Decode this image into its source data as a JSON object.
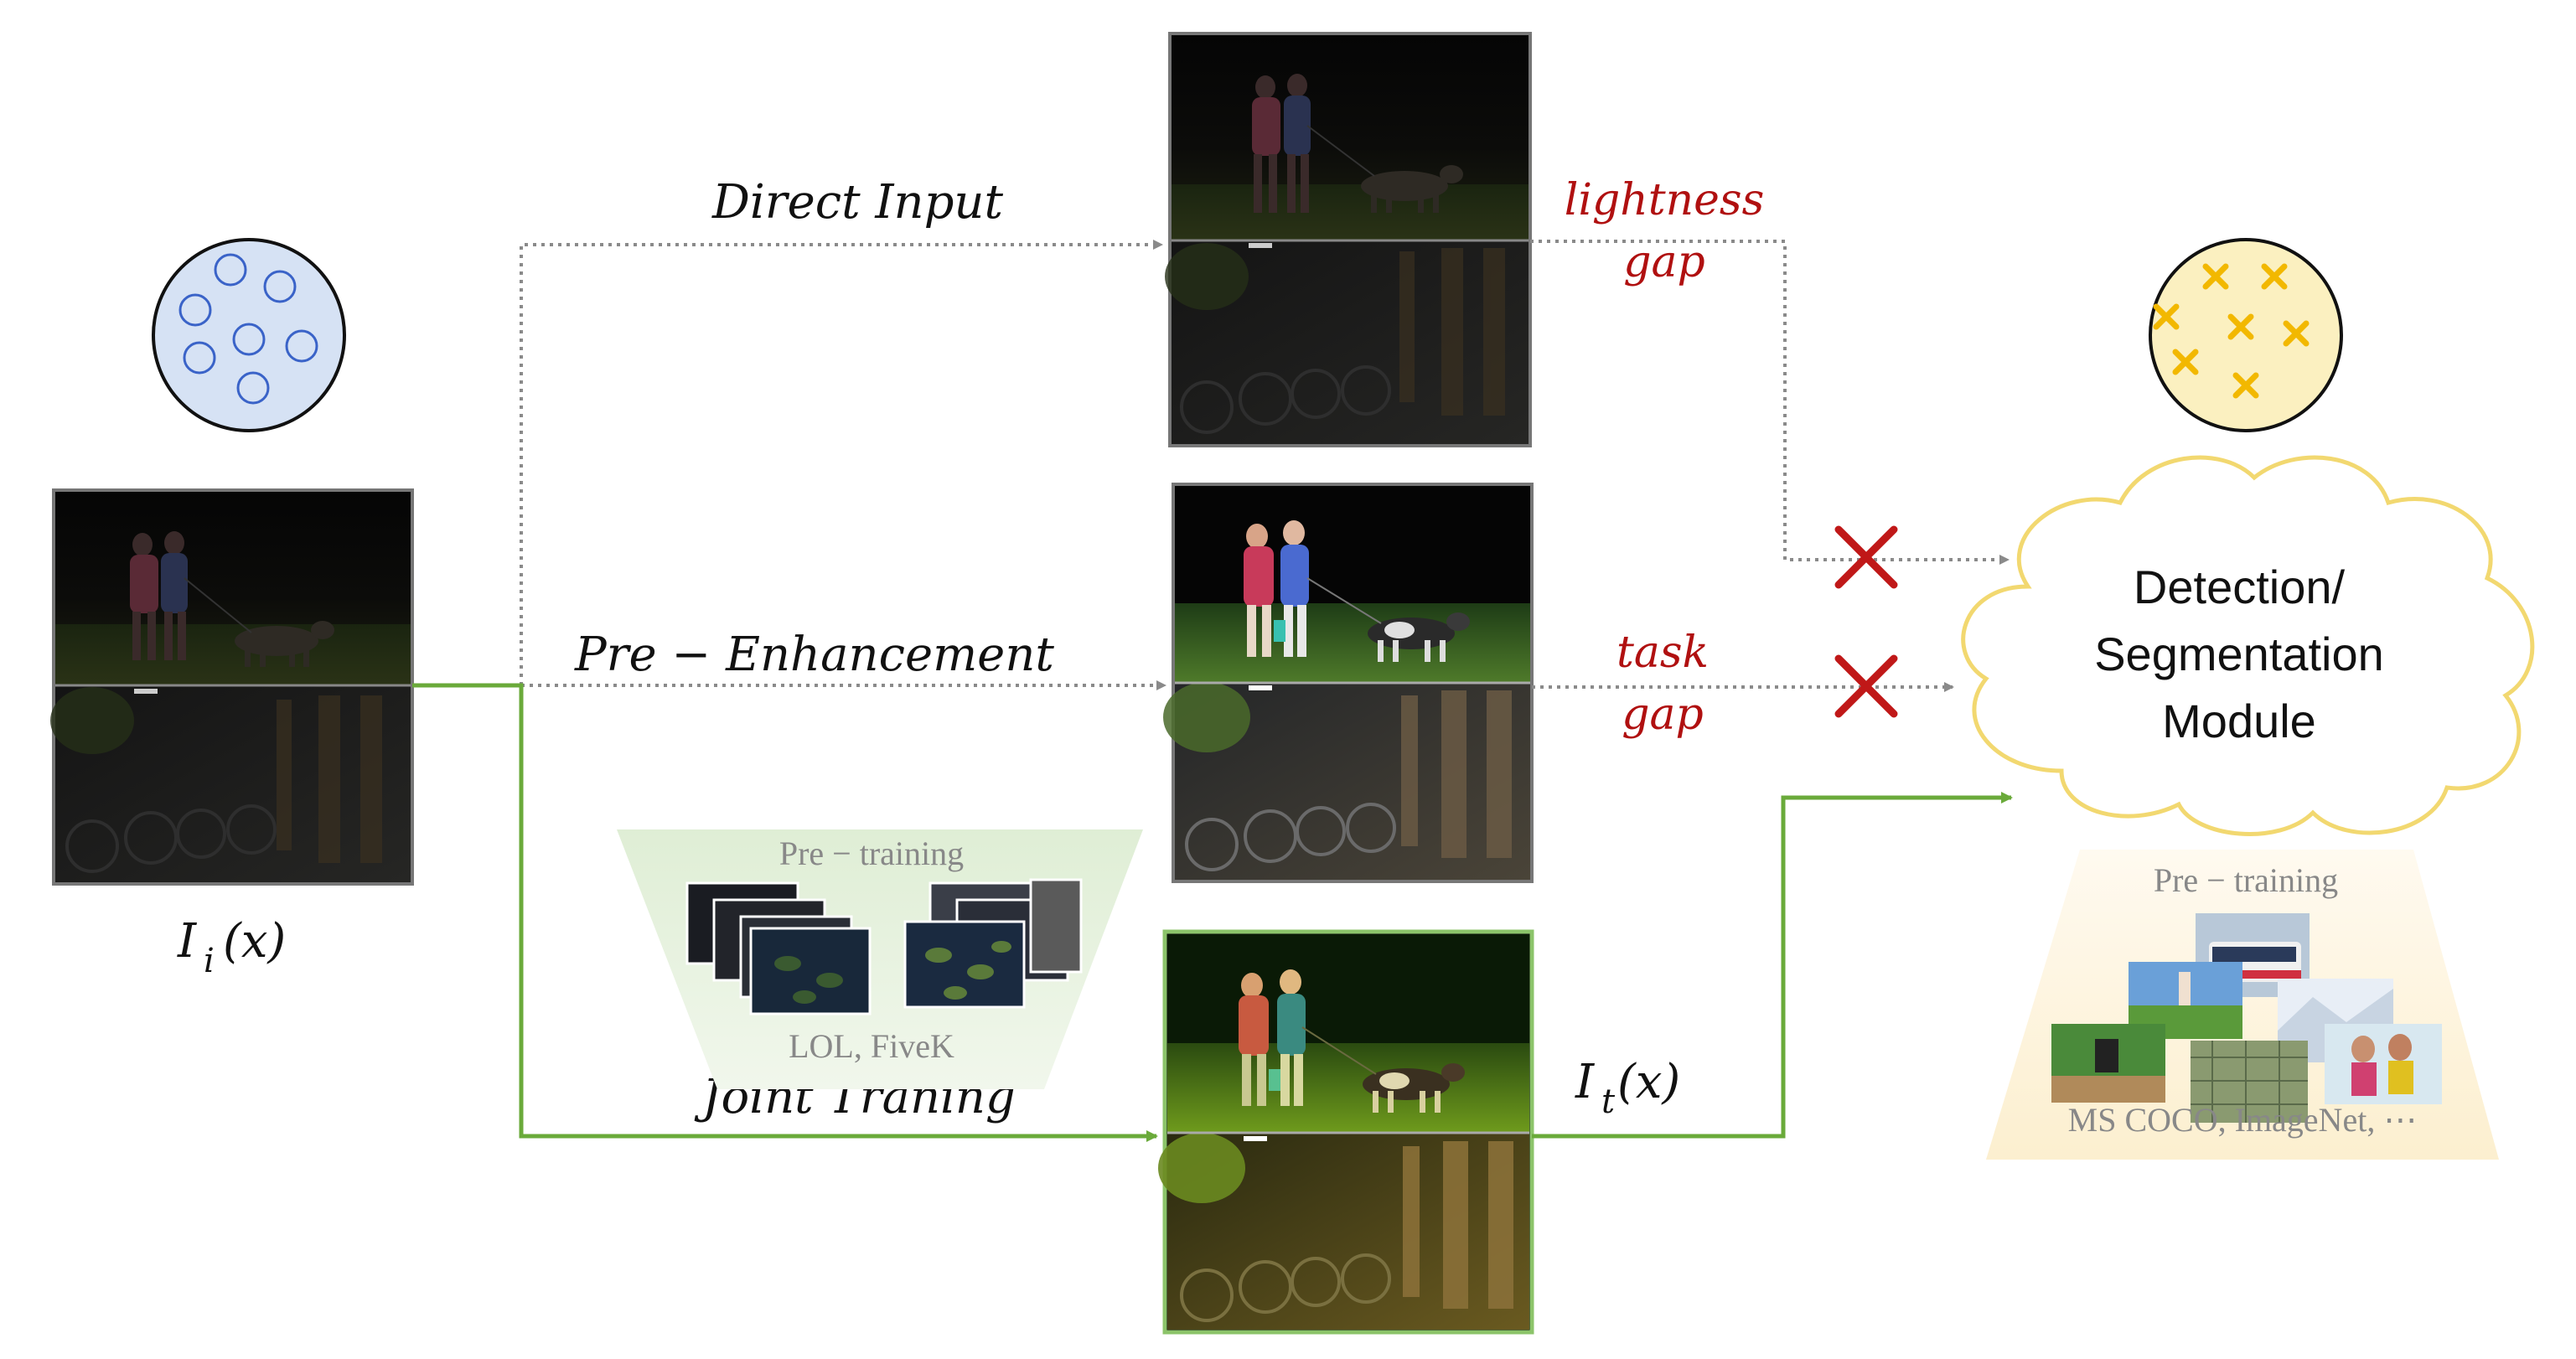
{
  "labels": {
    "input_image": "I",
    "input_image_sub": "i",
    "input_image_arg": "(x)",
    "output_image": "I",
    "output_image_sub": "t",
    "output_image_arg": "(x)",
    "direct_input": "Direct Input",
    "pre_enhancement": "Pre − Enhancement",
    "joint_training": "Joint Traning",
    "lightness_gap_1": "lightness",
    "lightness_gap_2": "gap",
    "task_gap_1": "task",
    "task_gap_2": "gap",
    "module_line1": "Detection/",
    "module_line2": "Segmentation",
    "module_line3": "Module",
    "pretrain_left": "Pre − training",
    "pretrain_left_datasets": "LOL, FiveK",
    "pretrain_right": "Pre − training",
    "pretrain_right_datasets": "MS COCO, ImageNet, ⋯"
  },
  "colors": {
    "dotted_arrow": "#8a8a8a",
    "green_arrow": "#6aaa3a",
    "gap_text": "#b01010",
    "cross": "#c01818",
    "blue_circle_fill": "#d6e2f4",
    "blue_circle_stroke": "#3a63c8",
    "yellow_circle_fill": "#fbf0c0",
    "yellow_cross": "#f2b800",
    "cloud_stroke": "#f2d870",
    "green_trapezoid": "#e8f2e0",
    "yellow_trapezoid": "#fdf3d8"
  },
  "icons": {
    "left_circle": "blue-circles-distribution-icon",
    "right_circle": "yellow-crosses-distribution-icon",
    "cross_marks": "red-x-icon"
  }
}
